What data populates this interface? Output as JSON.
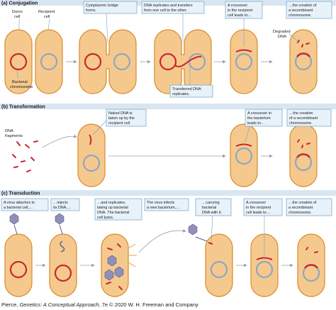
{
  "sections": {
    "a": "(a) Conjugation",
    "b": "(b) Transformation",
    "c": "(c) Transduction"
  },
  "labels": {
    "donor_cell": [
      "Donor",
      "cell"
    ],
    "recipient_cell": [
      "Recipient",
      "cell"
    ],
    "bacterial_chromosome": [
      "Bacterial",
      "chromosome"
    ],
    "degraded_dna": [
      "Degraded",
      "DNA"
    ],
    "dna_fragments": [
      "DNA",
      "fragments"
    ]
  },
  "callouts": {
    "a1": [
      "Cytoplasmic bridge",
      "forms."
    ],
    "a2": [
      "DNA replicates and transfers",
      "from one cell to the other."
    ],
    "a3": [
      "A crossover",
      "in the recipient",
      "cell leads to…"
    ],
    "a4": [
      "…the creation of",
      "a recombinant",
      "chromosome."
    ],
    "a5": [
      "Transferred DNA",
      "replicates."
    ],
    "b1": [
      "Naked DNA is",
      "taken up by the",
      "recipient cell."
    ],
    "b2": [
      "A crossover in",
      "the bacterium",
      "leads to…"
    ],
    "b3": [
      "…the creation",
      "of a recombinant",
      "chromosome."
    ],
    "c1": [
      "A virus attaches to",
      "a bacterial cell,…"
    ],
    "c2": [
      "…injects",
      "its DNA,…"
    ],
    "c3": [
      "…and replicates,",
      "taking up bacterial",
      "DNA. The bacterial",
      "cell lyses."
    ],
    "c4": [
      "The virus infects",
      "a new bacterium,…"
    ],
    "c5": [
      "…carrying",
      "bacterial",
      "DNA with it."
    ],
    "c6": [
      "A crossover",
      "in the recipient",
      "cell leads to…"
    ],
    "c7": [
      "…the creation of",
      "a recombinant",
      "chromosome."
    ]
  },
  "credit": {
    "prefix": "Pierce, ",
    "title": "Genetics: A Conceptual Approach",
    "suffix": ", 7e © 2020 W. H. Freeman and Company"
  },
  "colors": {
    "cell_fill": "#f5c98e",
    "cell_stroke": "#d98a2a",
    "donor_dna": "#c8282e",
    "recipient_dna": "#8fa7bf",
    "callout_fill": "#e8f2fa",
    "callout_stroke": "#6ea2c8"
  }
}
